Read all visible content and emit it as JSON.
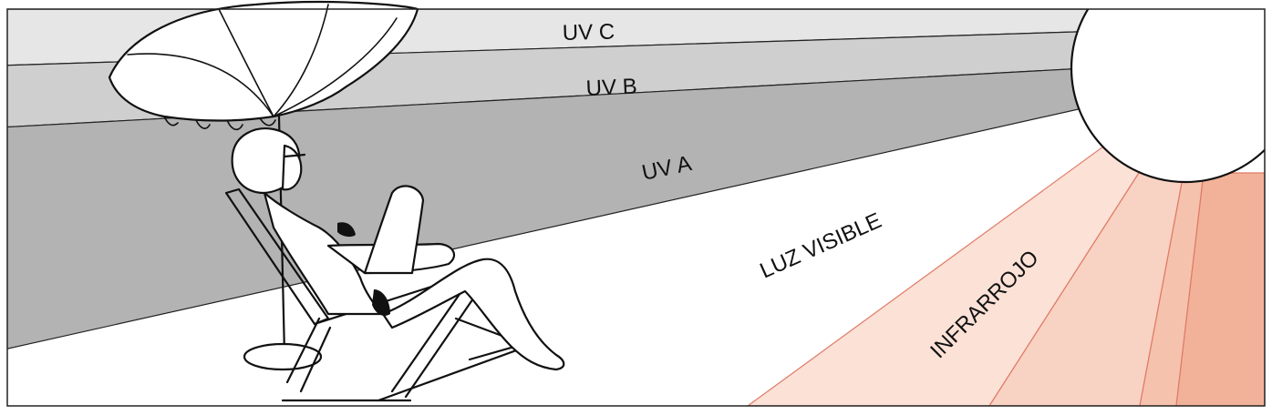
{
  "bands": {
    "uvc": {
      "label": "UV C",
      "color": "#e6e6e6"
    },
    "uvb": {
      "label": "UV B",
      "color": "#cfcfcf"
    },
    "uva": {
      "label": "UV A",
      "color": "#b3b3b3"
    },
    "visible": {
      "label": "LUZ VISIBLE",
      "color": "#ffffff"
    },
    "infrared": {
      "label": "INFRARROJO",
      "colors": [
        "#fbe1d6",
        "#f8d2c2",
        "#f5c2ad",
        "#f2b299"
      ],
      "stroke": "#e07a66"
    }
  },
  "sun": {
    "color": "#ffffff"
  }
}
